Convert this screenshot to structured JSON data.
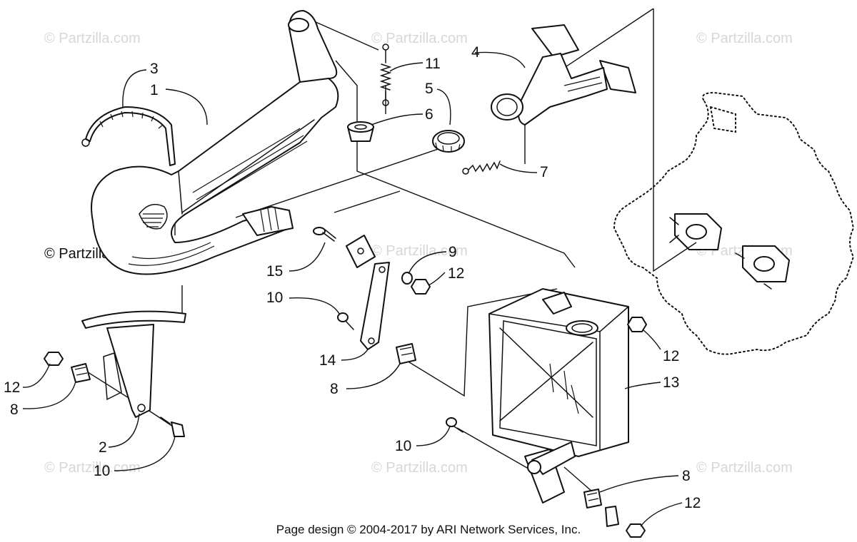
{
  "watermark": "© Partzilla.com",
  "footer": "Page design © 2004-2017 by ARI Network Services, Inc.",
  "callouts": {
    "c1": "1",
    "c2": "2",
    "c3": "3",
    "c4": "4",
    "c5": "5",
    "c6": "6",
    "c7": "7",
    "c8a": "8",
    "c8b": "8",
    "c8c": "8",
    "c9": "9",
    "c10a": "10",
    "c10b": "10",
    "c10c": "10",
    "c11": "11",
    "c12a": "12",
    "c12b": "12",
    "c12c": "12",
    "c12d": "12",
    "c13": "13",
    "c14": "14",
    "c15": "15"
  }
}
